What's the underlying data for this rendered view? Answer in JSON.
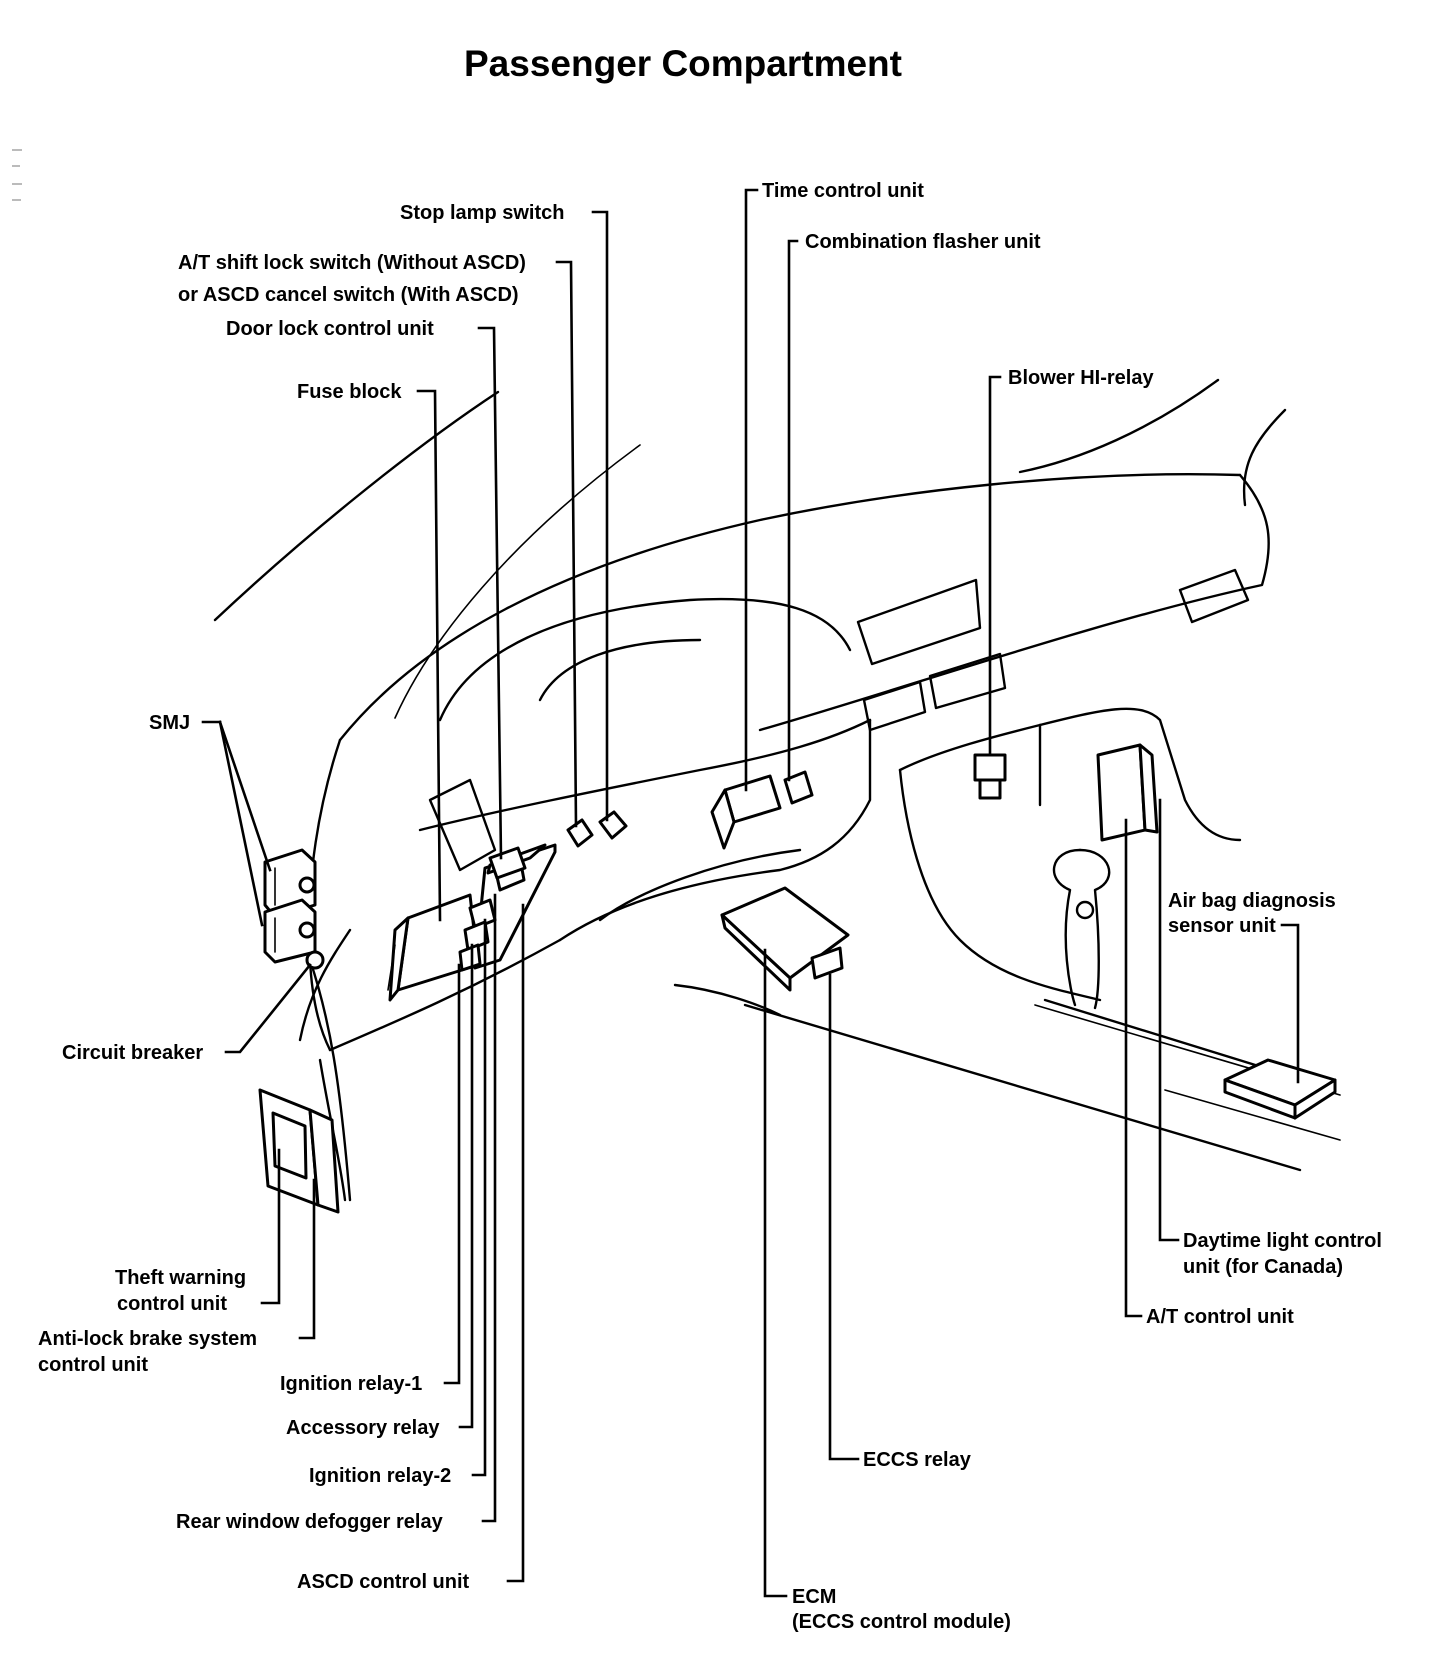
{
  "title": "Passenger Compartment",
  "labels": {
    "time_control_unit": "Time control unit",
    "stop_lamp_switch": "Stop lamp switch",
    "combination_flasher_unit": "Combination flasher unit",
    "at_shift_lock_1": "A/T shift lock switch (Without ASCD)",
    "at_shift_lock_2": "or ASCD cancel switch (With ASCD)",
    "door_lock_control_unit": "Door lock control unit",
    "blower_hi_relay": "Blower HI-relay",
    "fuse_block": "Fuse block",
    "smj": "SMJ",
    "air_bag_1": "Air bag diagnosis",
    "air_bag_2": "sensor unit",
    "circuit_breaker": "Circuit breaker",
    "theft_1": "Theft warning",
    "theft_2": "control unit",
    "abs_1": "Anti-lock brake system",
    "abs_2": "control unit",
    "daytime_1": "Daytime light control",
    "daytime_2": "unit (for Canada)",
    "at_control_unit": "A/T control unit",
    "ignition_relay_1": "Ignition relay-1",
    "accessory_relay": "Accessory relay",
    "ignition_relay_2": "Ignition relay-2",
    "rear_window_defogger_relay": "Rear window defogger relay",
    "ascd_control_unit": "ASCD control unit",
    "eccs_relay": "ECCS relay",
    "ecm_1": "ECM",
    "ecm_2": "(ECCS control module)"
  }
}
